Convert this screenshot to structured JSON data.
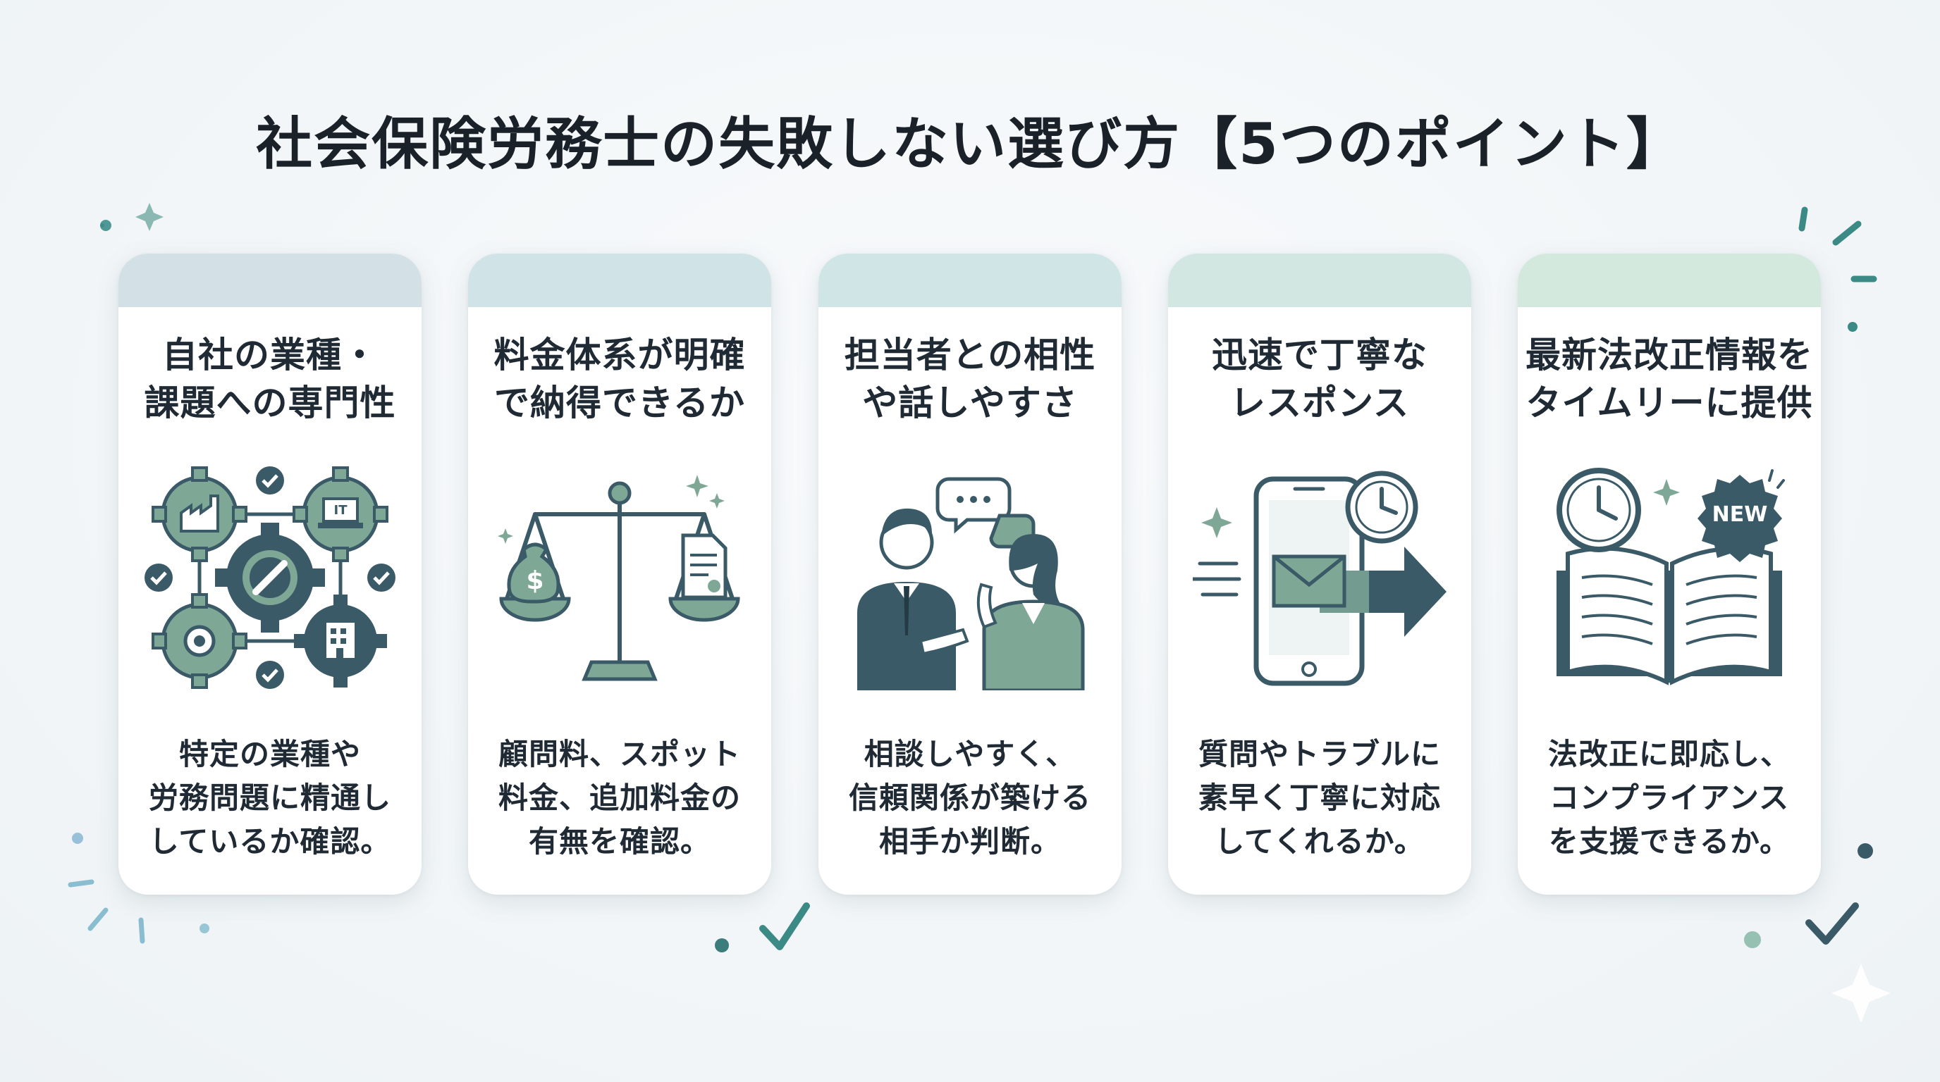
{
  "title": "社会保険労務士の失敗しない選び方【5つのポイント】",
  "colors": {
    "dark_teal": "#3b5a67",
    "sage": "#7fa796",
    "band_1": "#d3e1e6",
    "band_2": "#d0e3e6",
    "band_3": "#d0e5e5",
    "band_4": "#d2e7e2",
    "band_5": "#d4e9dd"
  },
  "cards": [
    {
      "heading": "自社の業種・\n課題への専門性",
      "icon": "gears-network-icon",
      "desc": "特定の業種や\n労務問題に精通し\nしているか確認。"
    },
    {
      "heading": "料金体系が明確\nで納得できるか",
      "icon": "balance-scale-icon",
      "desc": "顧問料、スポット\n料金、追加料金の\n有無を確認。"
    },
    {
      "heading": "担当者との相性\nや話しやすさ",
      "icon": "conversation-people-icon",
      "desc": "相談しやすく、\n信頼関係が築ける\n相手か判断。"
    },
    {
      "heading": "迅速で丁寧な\nレスポンス",
      "icon": "phone-mail-clock-icon",
      "desc": "質問やトラブルに\n素早く丁寧に対応\nしてくれるか。"
    },
    {
      "heading": "最新法改正情報を\nタイムリーに提供",
      "icon": "book-clock-new-icon",
      "desc": "法改正に即応し、\nコンプライアンス\nを支援できるか。",
      "badge": "NEW"
    }
  ]
}
